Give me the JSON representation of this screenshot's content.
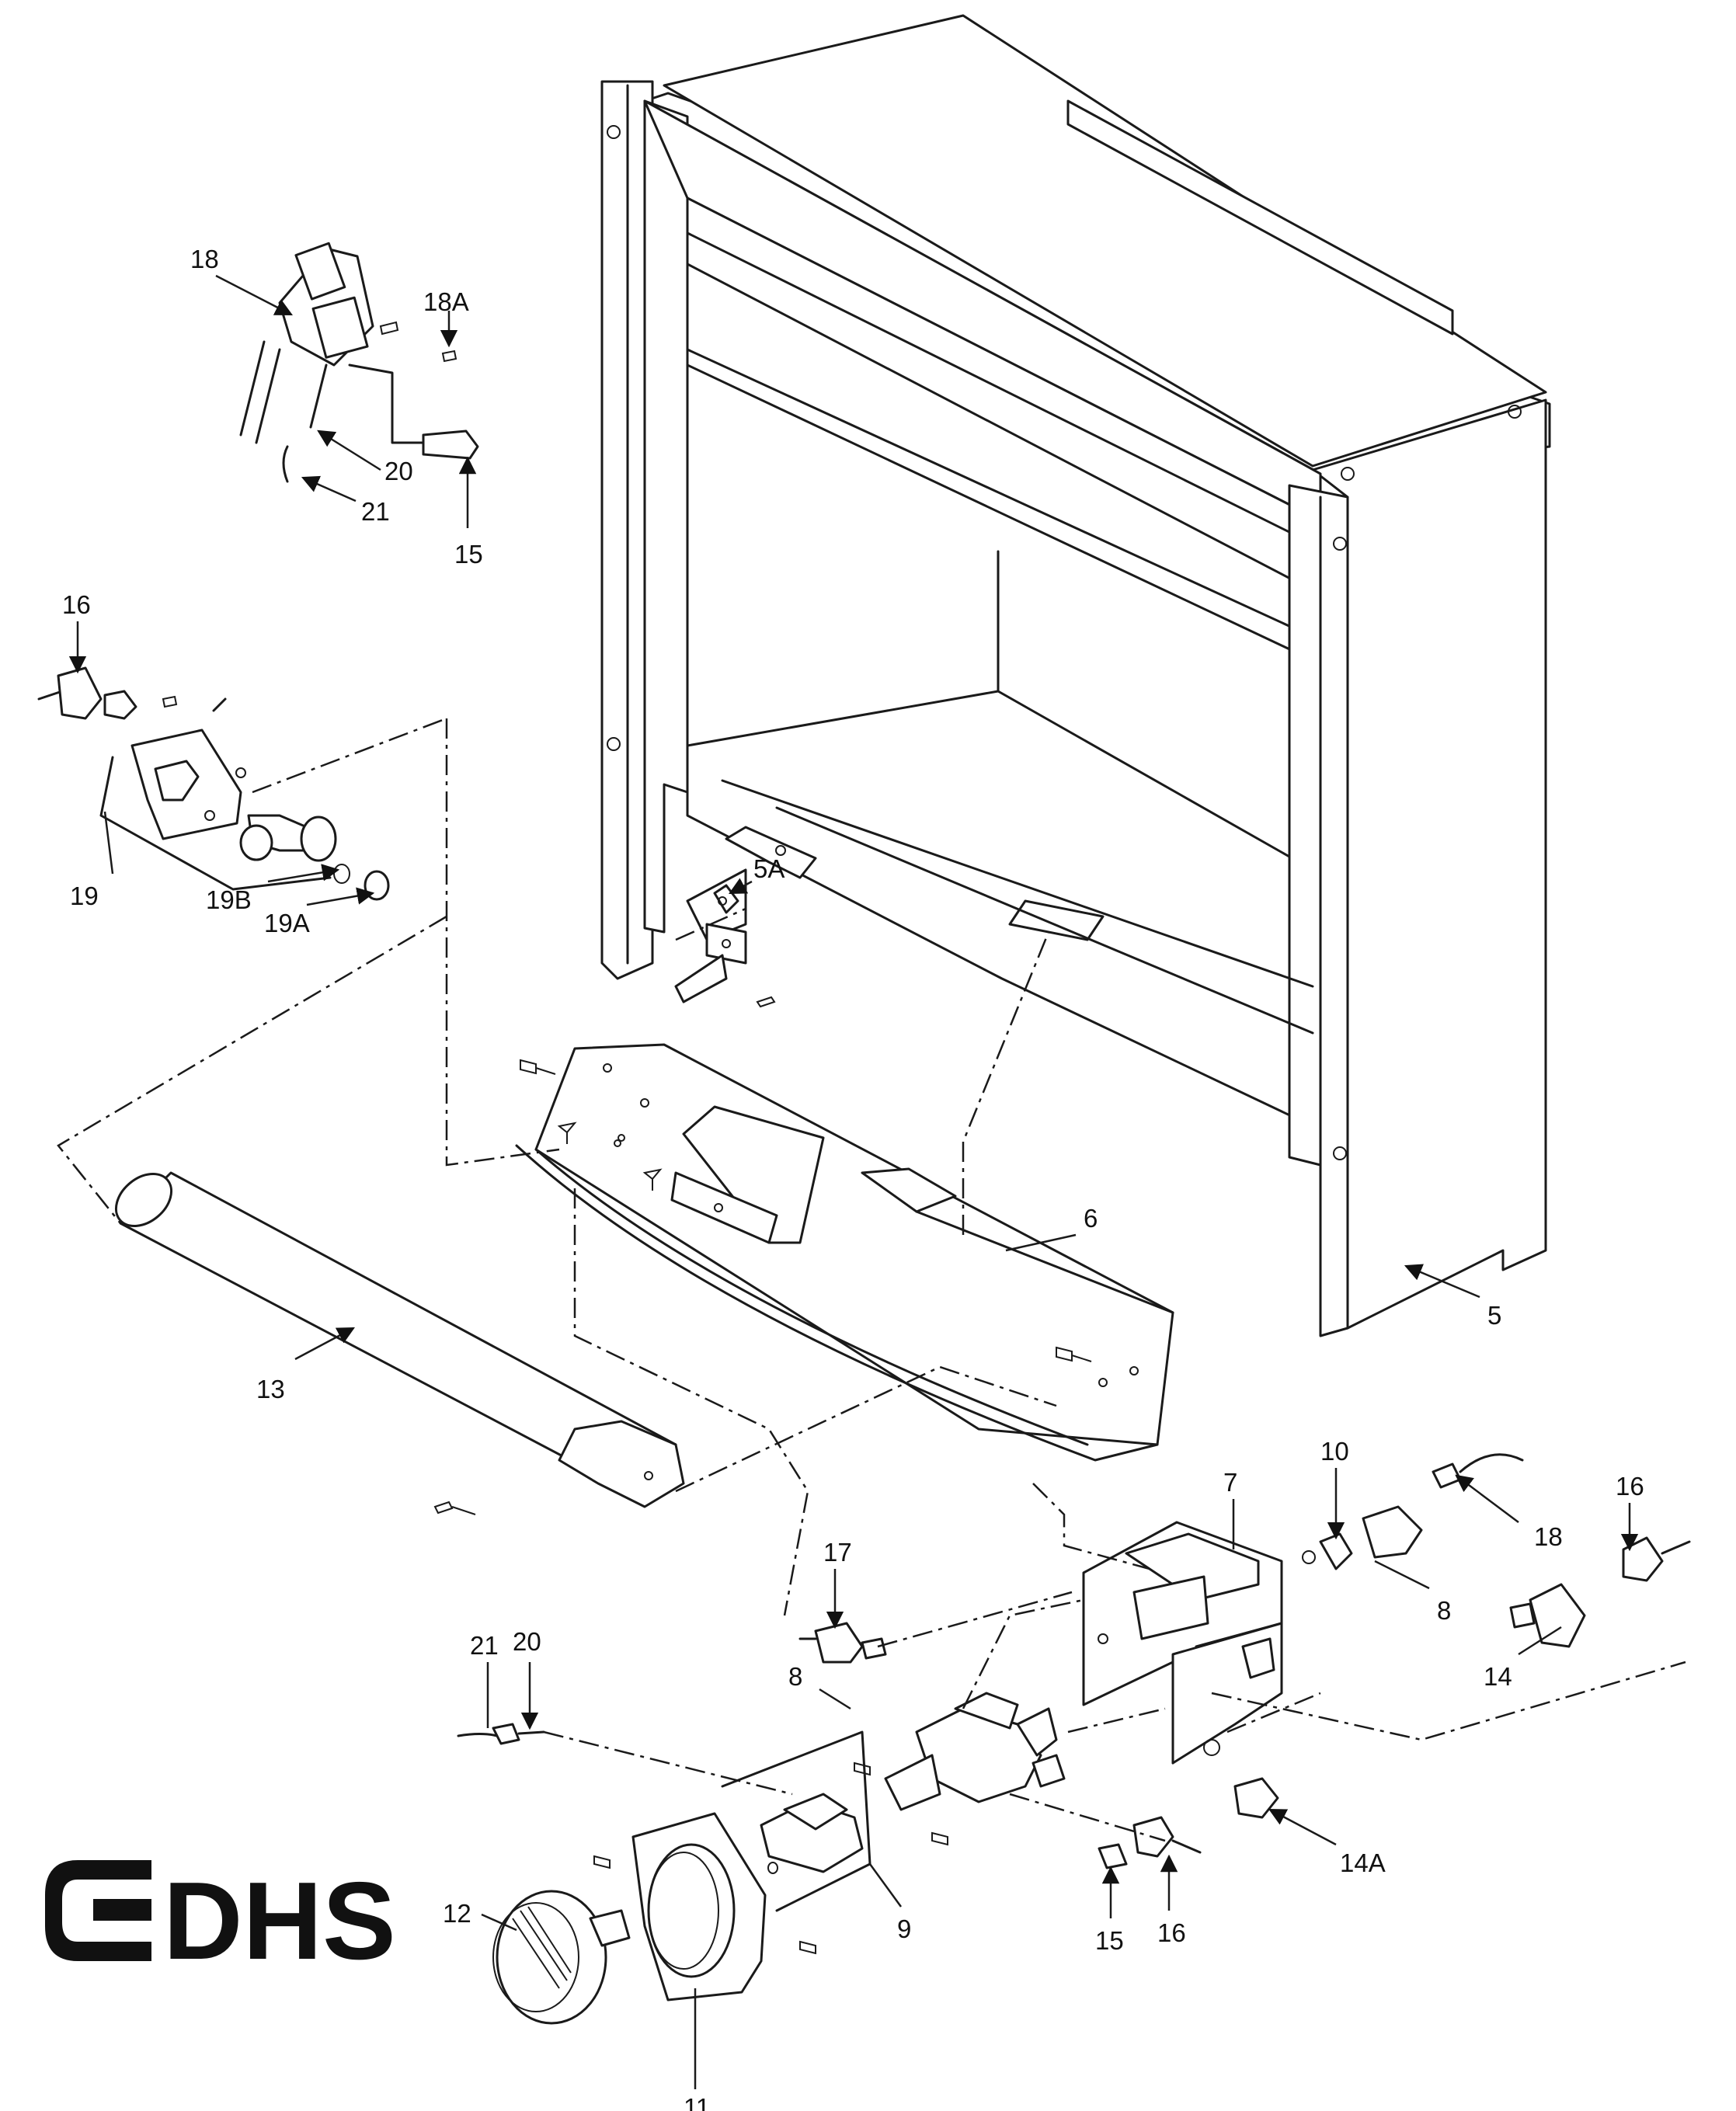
{
  "title": "Gas fireplace insert exploded parts diagram",
  "brand": {
    "logo_text": "DHS"
  },
  "callouts": {
    "c5": "5",
    "c5A": "5A",
    "c6": "6",
    "c7": "7",
    "c8a": "8",
    "c8b": "8",
    "c9": "9",
    "c10": "10",
    "c11": "11",
    "c12": "12",
    "c13": "13",
    "c14": "14",
    "c14A": "14A",
    "c15a": "15",
    "c15b": "15",
    "c16a": "16",
    "c16b": "16",
    "c16c": "16",
    "c17": "17",
    "c18a": "18",
    "c18A": "18A",
    "c18b": "18",
    "c19": "19",
    "c19A": "19A",
    "c19B": "19B",
    "c20a": "20",
    "c20b": "20",
    "c21a": "21",
    "c21b": "21"
  }
}
